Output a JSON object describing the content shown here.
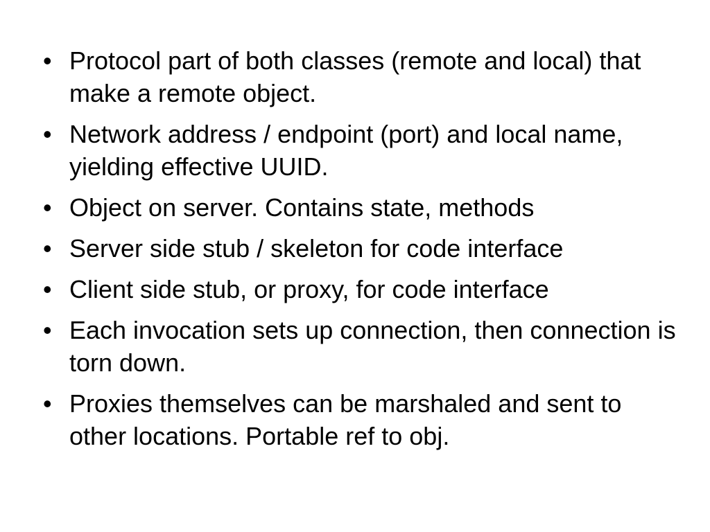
{
  "slide": {
    "bullet_symbol": "•",
    "bullets": [
      "Protocol part of both classes (remote and local) that make a remote object.",
      "Network address / endpoint (port) and local name, yielding effective UUID.",
      "Object on server. Contains state, methods",
      "Server side stub / skeleton for code interface",
      "Client side stub, or proxy, for code interface",
      "Each invocation sets up connection, then connection is torn down.",
      "Proxies themselves can be marshaled and sent to other locations. Portable ref to obj."
    ]
  }
}
